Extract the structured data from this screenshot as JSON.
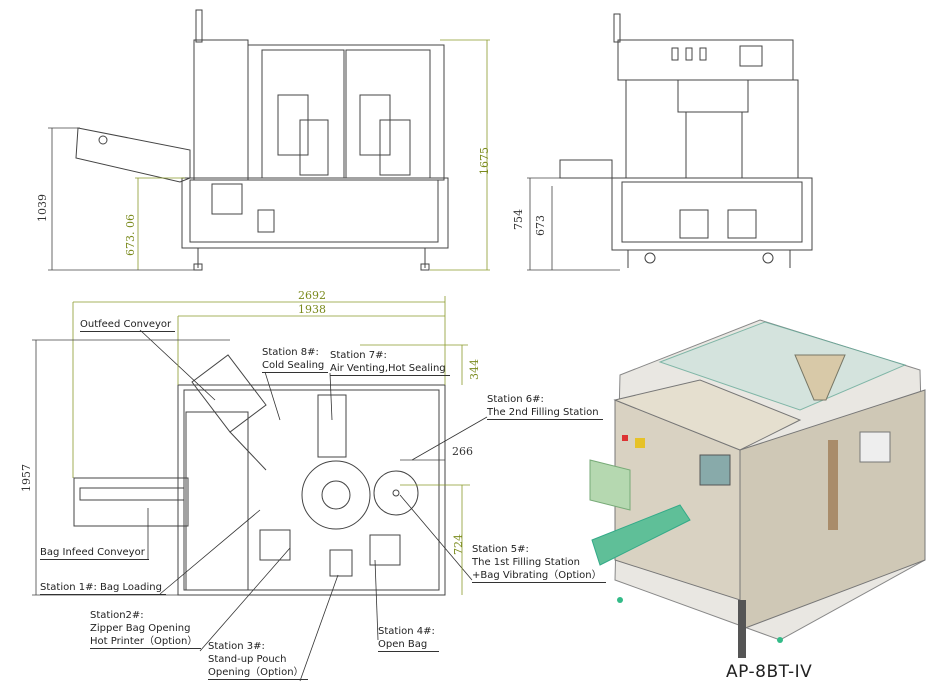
{
  "front_view": {
    "dims": {
      "total_height": "1675",
      "conveyor_height": "1039",
      "table_height": "673. 06"
    }
  },
  "side_view": {
    "dims": {
      "conveyor_height": "754",
      "table_height": "673"
    }
  },
  "top_view": {
    "dims": {
      "overall_width": "2692",
      "frame_width": "1938",
      "overall_depth": "1957",
      "outfeed_offset": "344",
      "filler_offset_x": "266",
      "filler_offset_y": "724"
    },
    "labels": {
      "outfeed": "Outfeed Conveyor",
      "infeed": "Bag Infeed Conveyor",
      "s1": "Station 1#:  Bag Loading",
      "s2": [
        "Station2#:",
        "Zipper Bag Opening",
        "Hot Printer（Option）"
      ],
      "s3": [
        "Station 3#:",
        "Stand-up Pouch",
        "Opening（Option）"
      ],
      "s4": [
        "Station 4#:",
        "Open Bag"
      ],
      "s5": [
        "Station 5#:",
        "The 1st Filling Station",
        "+Bag Vibrating（Option）"
      ],
      "s6": [
        "Station 6#:",
        "The 2nd Filling Station"
      ],
      "s7": [
        "Station 7#:",
        "Air Venting,Hot Sealing"
      ],
      "s8": [
        "Station 8#:",
        "Cold Sealing"
      ]
    }
  },
  "render": {
    "model": "AP-8BT-IV"
  },
  "colors": {
    "line": "#444444",
    "dim_green": "#8a9a2a",
    "frame": "#d8d2c4",
    "accent_green": "#3aa876"
  }
}
